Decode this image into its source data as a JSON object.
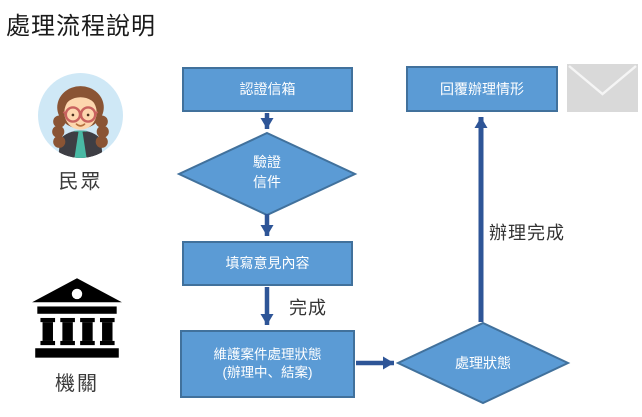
{
  "title": "處理流程說明",
  "actors": {
    "citizen": {
      "label": "民眾",
      "icon": "female-citizen-avatar-icon"
    },
    "agency": {
      "label": "機關",
      "icon": "government-building-icon"
    }
  },
  "nodes": {
    "verify_mailbox": {
      "type": "process",
      "label": "認證信箱"
    },
    "verify_mail": {
      "type": "decision",
      "line1": "驗證",
      "line2": "信件"
    },
    "fill_opinion": {
      "type": "process",
      "label": "填寫意見內容"
    },
    "maintain_status": {
      "type": "process",
      "line1": "維護案件處理狀態",
      "line2": "(辦理中、結案)"
    },
    "process_status": {
      "type": "decision",
      "label": "處理狀態"
    },
    "reply_result": {
      "type": "process",
      "label": "回覆辦理情形"
    }
  },
  "edge_labels": {
    "done": "完成",
    "handling_done": "辦理完成"
  },
  "icons": {
    "mail": "envelope-icon"
  },
  "colors": {
    "shape_fill": "#5b9bd5",
    "shape_border": "#41719c",
    "arrow": "#2e5597",
    "envelope_fill": "#d9d9d9",
    "text_on_shape": "#ffffff",
    "label_text": "#333333",
    "title_text": "#1a1a1a",
    "avatar_background": "#cfe8f6",
    "building_icon": "#000000"
  }
}
